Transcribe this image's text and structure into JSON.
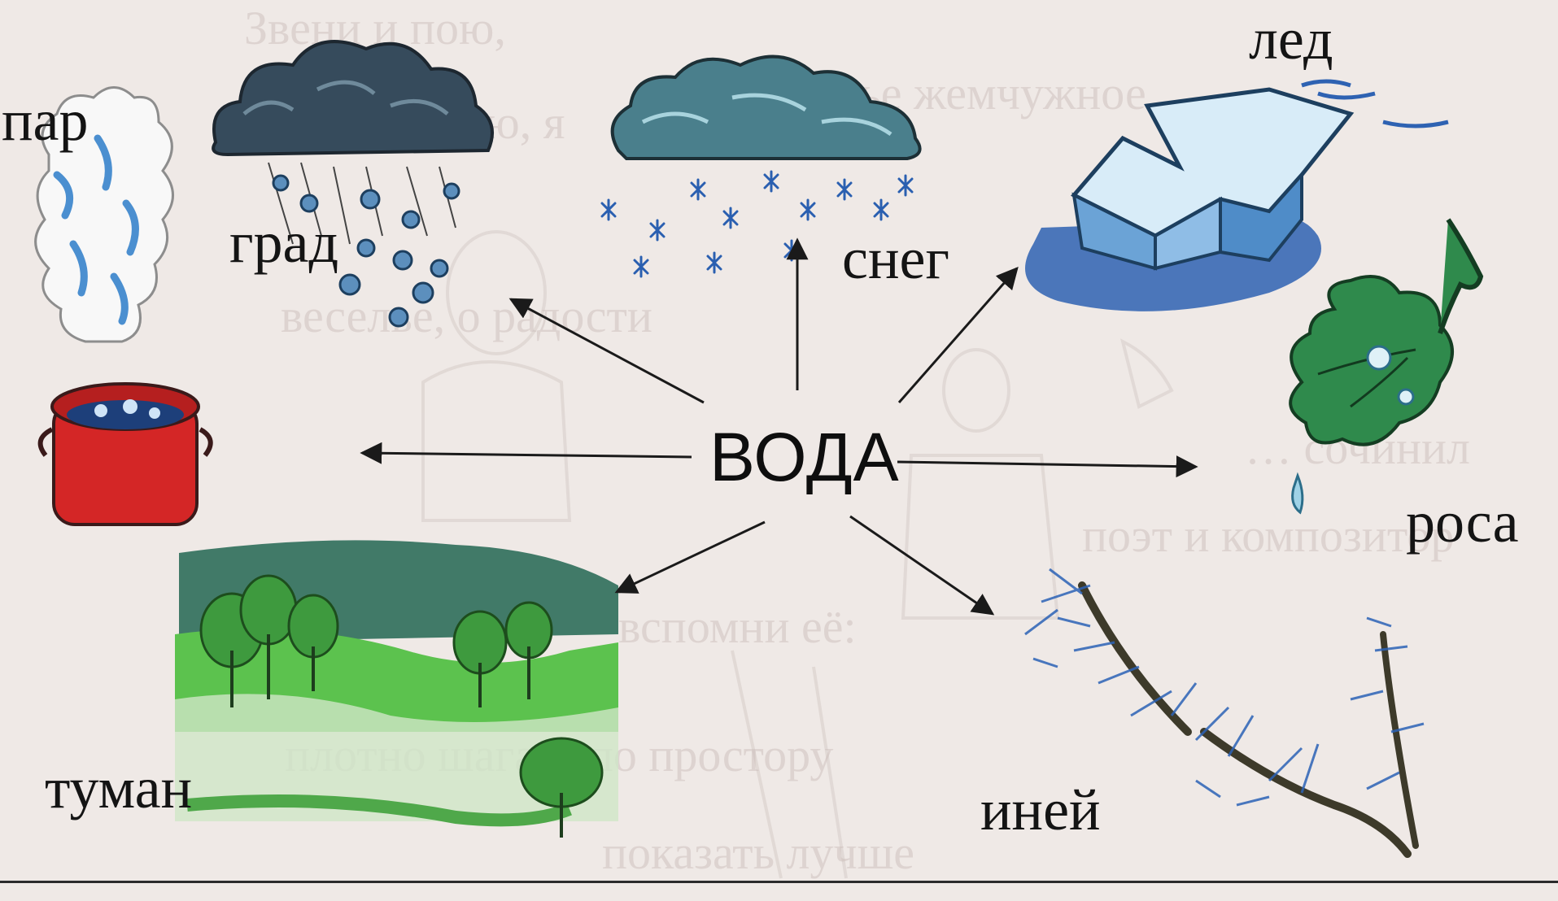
{
  "center": "ВОДА",
  "labels": {
    "steam": "пар",
    "hail": "град",
    "snow": "снег",
    "ice": "лед",
    "dew": "роса",
    "fog": "туман",
    "frost": "иней"
  },
  "background_lines": [
    "Звени и пою,",
    "ожерелье жемчужное",
    "лью, я",
    "веселье, о радости",
    "… сочинил",
    "поэт и композитор",
    "вспомни её:",
    "плотно шагать по простору",
    "показать лучше"
  ],
  "colors": {
    "paper": "#efe9e6",
    "ink": "#141414",
    "arrow": "#1a1a1a",
    "pot": "#d42626",
    "cloud": "#3b5262",
    "ice": "#4a86c0",
    "leaf": "#2f8a4c",
    "frost": "#2c62b6"
  }
}
